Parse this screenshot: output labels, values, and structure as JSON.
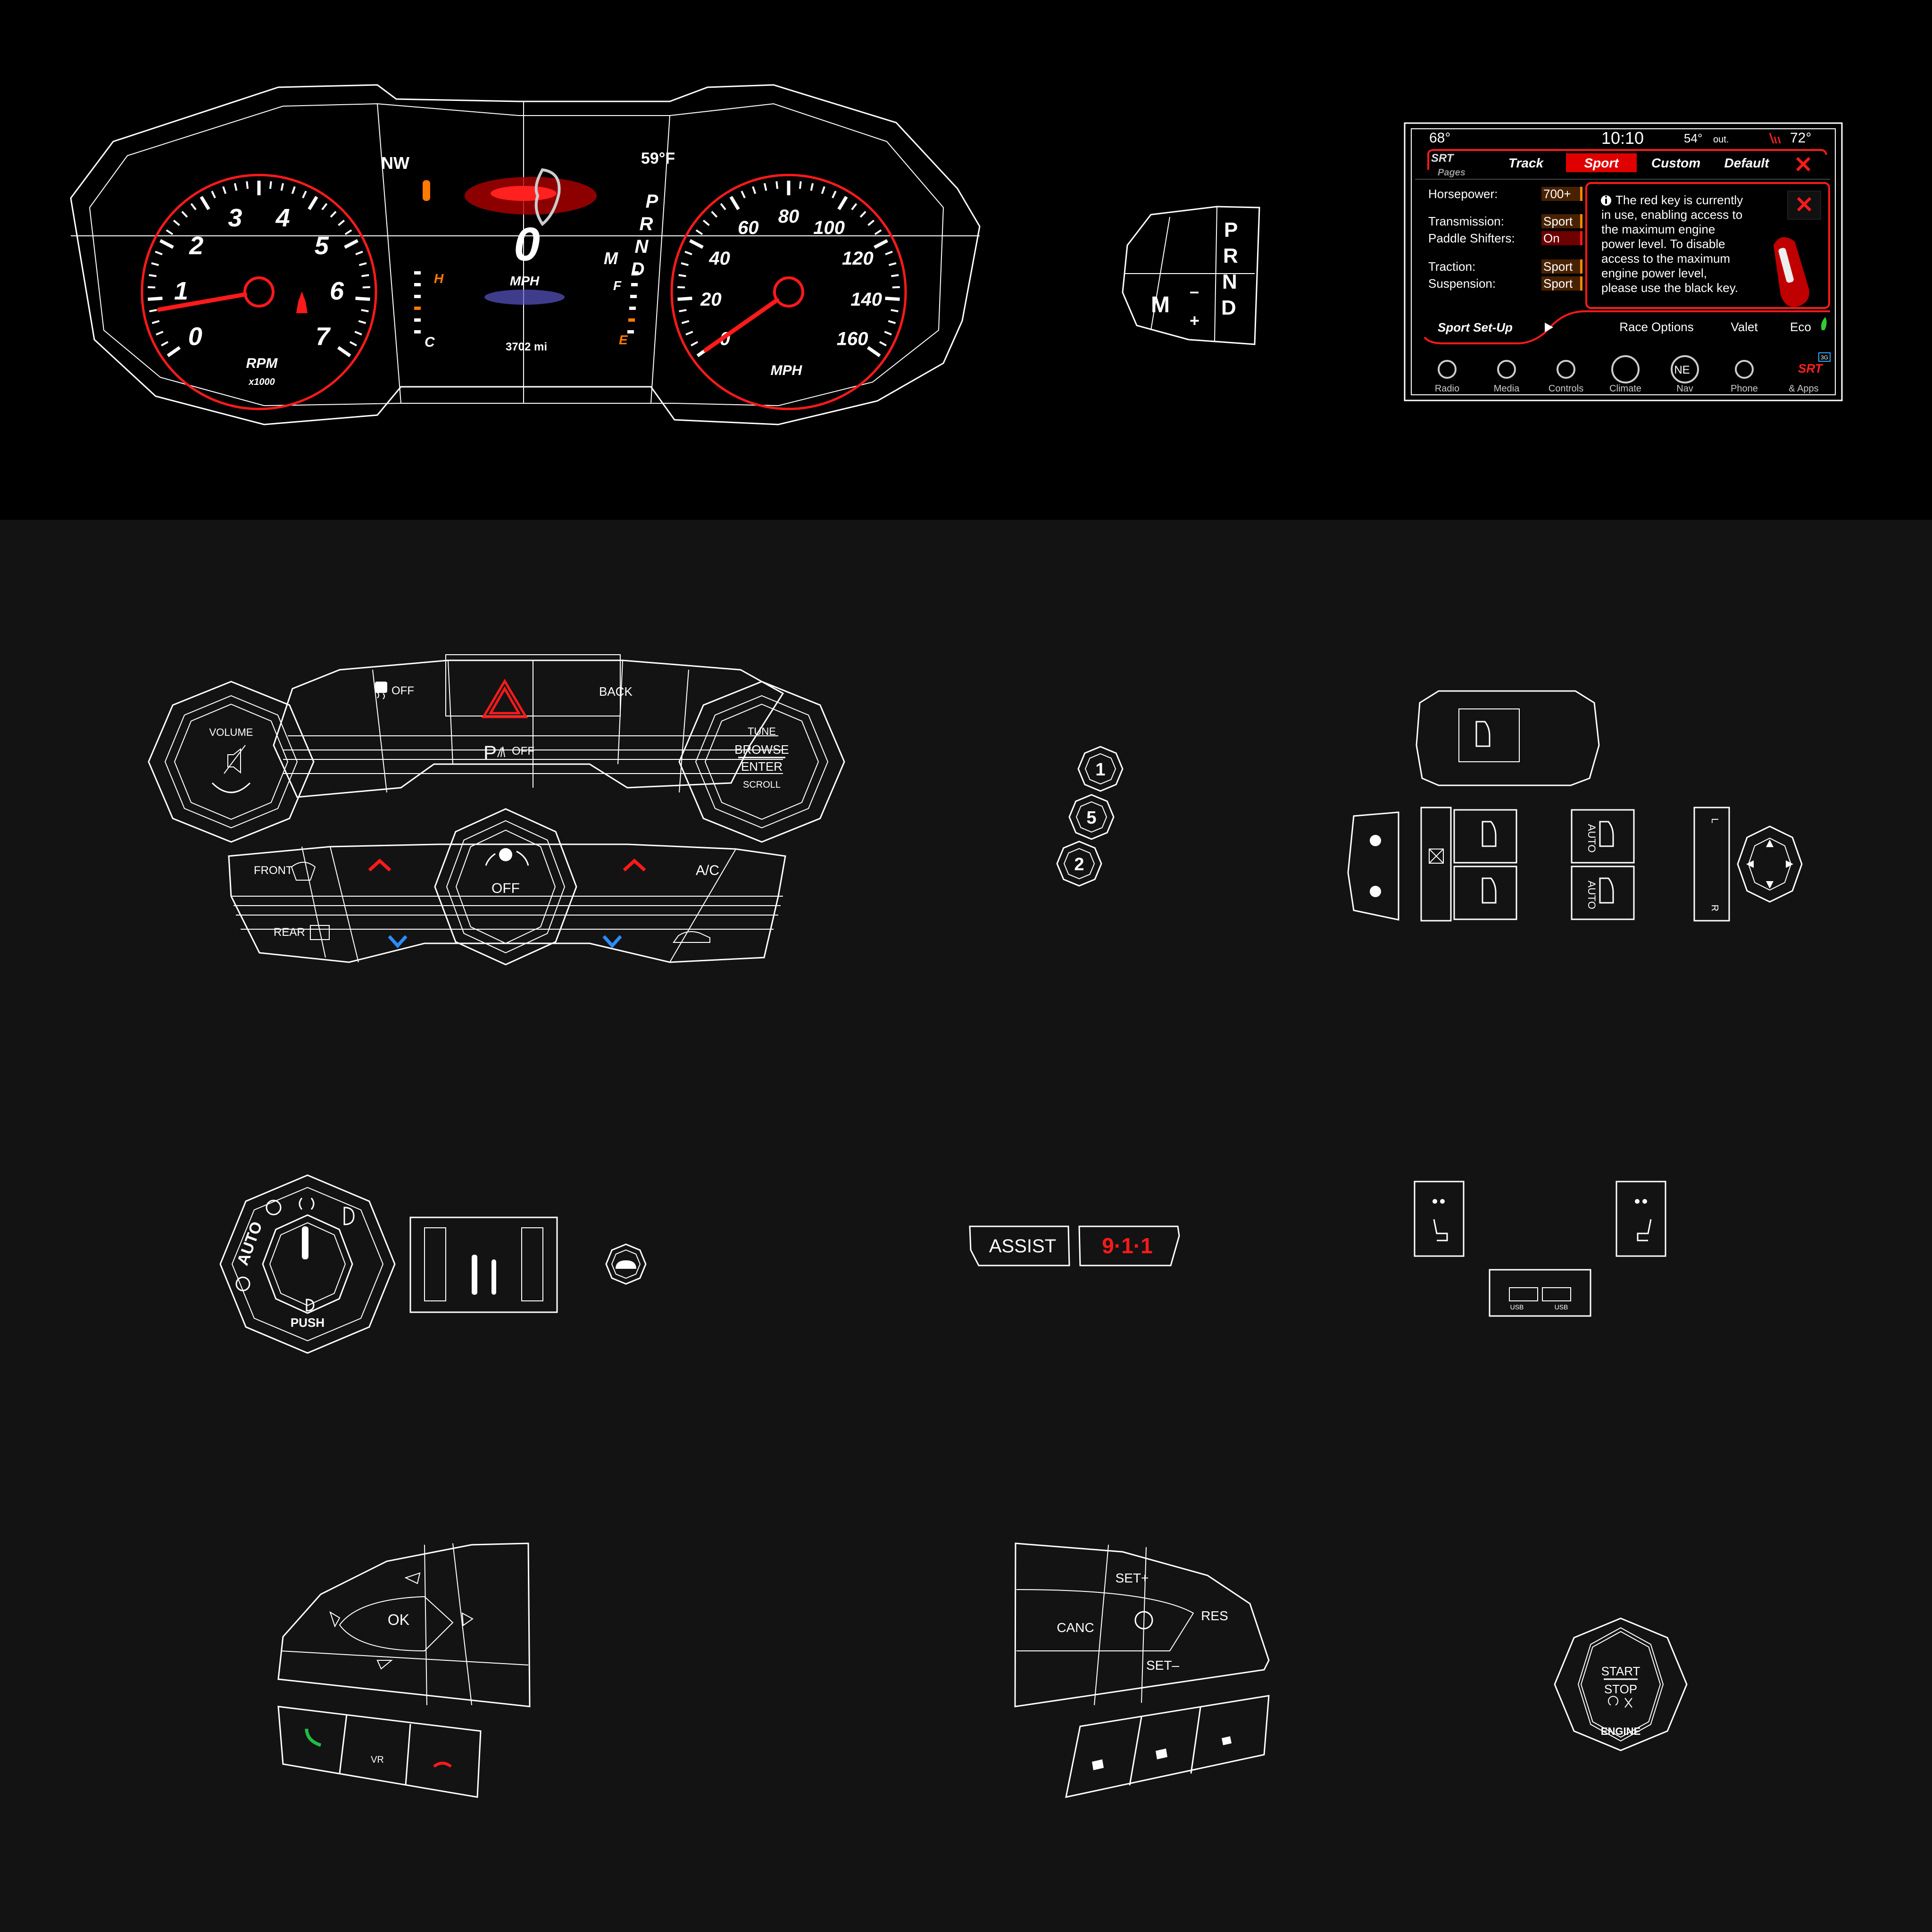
{
  "colors": {
    "accent_red": "#ff1a1a",
    "background_top": "#000000",
    "background": "#131313",
    "wire": "#ffffff",
    "cool_blue": "#2a8cff",
    "amber": "#ff7a00",
    "eco_green": "#33cc33"
  },
  "cluster": {
    "compass": "NW",
    "outside_temp": "59°F",
    "speed": "0",
    "speed_unit": "MPH",
    "odometer": "3702 mi",
    "gears": [
      "P",
      "R",
      "N",
      "D"
    ],
    "manual_mode": "M",
    "temp_hot": "H",
    "temp_cold": "C",
    "fuel_full": "F",
    "fuel_empty": "E",
    "tachometer": {
      "labels": [
        "0",
        "1",
        "2",
        "3",
        "4",
        "5",
        "6",
        "7"
      ],
      "unit": "RPM",
      "multiplier": "x1000",
      "value": 0.7,
      "min": 0,
      "max": 7
    },
    "speedometer": {
      "labels": [
        "0",
        "20",
        "40",
        "60",
        "80",
        "100",
        "120",
        "140",
        "160"
      ],
      "unit": "MPH",
      "value": 0,
      "min": 0,
      "max": 160
    }
  },
  "shifter": {
    "gears": [
      "P",
      "R",
      "N",
      "D"
    ],
    "manual": "M",
    "plus": "+",
    "minus": "–"
  },
  "infotainment": {
    "status": {
      "left_temp": "68°",
      "time": "10:10",
      "outside_temp": "54°",
      "outside_suffix": "out.",
      "right_temp": "72°"
    },
    "tabs": {
      "logo": "SRT",
      "logo_sub": "Pages",
      "items": [
        "Track",
        "Sport",
        "Custom",
        "Default"
      ],
      "active": "Sport"
    },
    "settings": [
      {
        "label": "Horsepower:",
        "value": "700+"
      },
      {
        "label": "Transmission:",
        "value": "Sport"
      },
      {
        "label": "Paddle Shifters:",
        "value": "On"
      },
      {
        "label": "Traction:",
        "value": "Sport"
      },
      {
        "label": "Suspension:",
        "value": "Sport"
      }
    ],
    "popup": {
      "lines": [
        "The red key is currently",
        "in use, enabling access to",
        "the maximum engine",
        "power level. To disable",
        "access to the maximum",
        "engine power level,",
        "please use the black key."
      ]
    },
    "bottom": {
      "setup": "Sport Set-Up",
      "race_options": "Race Options",
      "valet": "Valet",
      "eco": "Eco"
    },
    "nav": {
      "items": [
        "Radio",
        "Media",
        "Controls",
        "Climate",
        "Nav",
        "Phone",
        "& Apps"
      ],
      "compass": "NE",
      "apps_logo": "SRT",
      "badge": "3G"
    }
  },
  "console": {
    "traction_off": "OFF",
    "back": "BACK",
    "park_assist": "P",
    "park_off": "OFF",
    "volume": "VOLUME",
    "tune": "TUNE",
    "browse": "BROWSE",
    "enter": "ENTER",
    "scroll": "SCROLL"
  },
  "hvac": {
    "front": "FRONT",
    "rear": "REAR",
    "off": "OFF",
    "ac": "A/C"
  },
  "presets": [
    "1",
    "5",
    "2"
  ],
  "windows": {
    "auto": "AUTO",
    "mirror_left": "L",
    "mirror_right": "R"
  },
  "lights": {
    "auto": "AUTO",
    "push": "PUSH"
  },
  "assist": {
    "assist": "ASSIST",
    "emergency": "9·1·1"
  },
  "usb": [
    "USB",
    "USB"
  ],
  "steering_left": {
    "ok": "OK",
    "vr": "VR"
  },
  "steering_right": {
    "set_plus": "SET+",
    "set_minus": "SET–",
    "cancel": "CANC",
    "resume": "RES"
  },
  "engine": {
    "start": "START",
    "stop": "STOP",
    "engine": "ENGINE"
  }
}
